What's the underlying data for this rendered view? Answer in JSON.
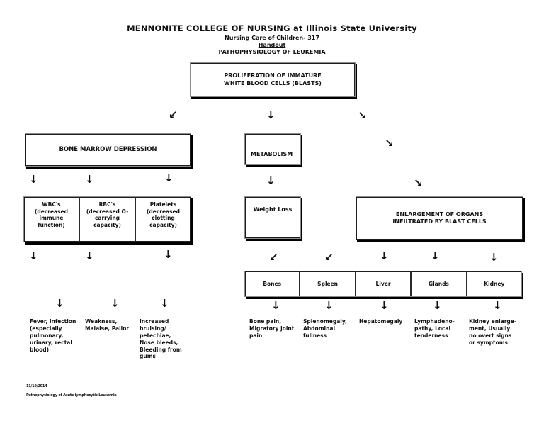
{
  "icons": {
    "arrow_down": "↓",
    "arrow_down_left": "↙",
    "arrow_down_right": "↘"
  },
  "header": {
    "college": "MENNONITE COLLEGE OF NURSING at Illinois State University",
    "course": "Nursing Care of Children- 317",
    "handout": "Handout",
    "title": "PATHOPHYSIOLOGY OF LEUKEMIA"
  },
  "chart": {
    "root_label": "PROLIFERATION OF IMMATURE\nWHITE BLOOD CELLS (BLASTS)",
    "bone_marrow": {
      "label": "BONE MARROW DEPRESSION",
      "children": [
        {
          "label": "WBC's\n(decreased\nimmune\nfunction)",
          "effect": "Fever, infection\n(especially\npulmonary,\nurinary, rectal\nblood)"
        },
        {
          "label": "RBC's\n(decreased O₂\ncarrying\ncapacity)",
          "effect": "Weakness,\nMalaise, Pallor"
        },
        {
          "label": "Platelets\n(decreased\nclotting\ncapacity)",
          "effect": "Increased\nbruising/\npetechiae,\nNose bleeds,\nBleeding from\ngums"
        }
      ]
    },
    "metabolism": {
      "label": "METABOLISM",
      "child": "Weight Loss"
    },
    "enlargement": {
      "label": "ENLARGEMENT OF ORGANS\nINFILTRATED BY BLAST CELLS",
      "organs": [
        {
          "label": "Bones",
          "effect": "Bone pain,\nMigratory joint\npain"
        },
        {
          "label": "Spleen",
          "effect": "Splenomegaly,\nAbdominal\nfullness"
        },
        {
          "label": "Liver",
          "effect": "Hepatomegaly"
        },
        {
          "label": "Glands",
          "effect": "Lymphadeno-\npathy, Local\ntenderness"
        },
        {
          "label": "Kidney",
          "effect": "Kidney enlarge-\nment, Usually\nno overt signs\nor symptoms"
        }
      ]
    }
  },
  "footer": {
    "date": "11/19/2014",
    "doc_name": "Pathophysiology of Acute lymphocytic Leukemia"
  }
}
